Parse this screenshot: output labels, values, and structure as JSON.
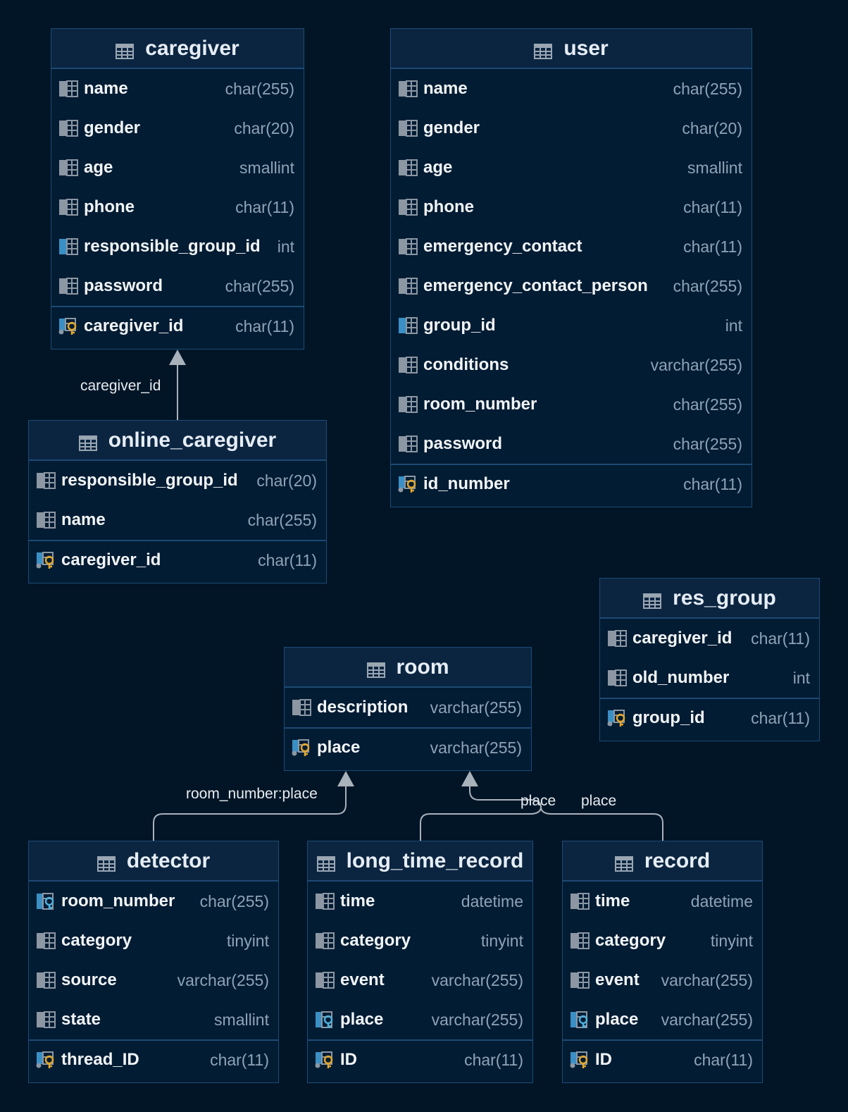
{
  "tables": {
    "caregiver": {
      "name": "caregiver",
      "fields": [
        {
          "name": "name",
          "type": "char(255)",
          "icon": "column-icon"
        },
        {
          "name": "gender",
          "type": "char(20)",
          "icon": "column-icon"
        },
        {
          "name": "age",
          "type": "smallint",
          "icon": "column-icon"
        },
        {
          "name": "phone",
          "type": "char(11)",
          "icon": "column-icon"
        },
        {
          "name": "responsible_group_id",
          "type": "int",
          "icon": "foreign-column-icon"
        },
        {
          "name": "password",
          "type": "char(255)",
          "icon": "column-icon"
        }
      ],
      "primary": {
        "name": "caregiver_id",
        "type": "char(11)",
        "icon": "primary-key-icon"
      }
    },
    "user": {
      "name": "user",
      "fields": [
        {
          "name": "name",
          "type": "char(255)",
          "icon": "column-icon"
        },
        {
          "name": "gender",
          "type": "char(20)",
          "icon": "column-icon"
        },
        {
          "name": "age",
          "type": "smallint",
          "icon": "column-icon"
        },
        {
          "name": "phone",
          "type": "char(11)",
          "icon": "column-icon"
        },
        {
          "name": "emergency_contact",
          "type": "char(11)",
          "icon": "column-icon"
        },
        {
          "name": "emergency_contact_person",
          "type": "char(255)",
          "icon": "column-icon"
        },
        {
          "name": "group_id",
          "type": "int",
          "icon": "foreign-column-icon"
        },
        {
          "name": "conditions",
          "type": "varchar(255)",
          "icon": "column-icon"
        },
        {
          "name": "room_number",
          "type": "char(255)",
          "icon": "column-icon"
        },
        {
          "name": "password",
          "type": "char(255)",
          "icon": "column-icon"
        }
      ],
      "primary": {
        "name": "id_number",
        "type": "char(11)",
        "icon": "primary-key-icon"
      }
    },
    "online_caregiver": {
      "name": "online_caregiver",
      "fields": [
        {
          "name": "responsible_group_id",
          "type": "char(20)",
          "icon": "column-icon"
        },
        {
          "name": "name",
          "type": "char(255)",
          "icon": "column-icon"
        }
      ],
      "primary": {
        "name": "caregiver_id",
        "type": "char(11)",
        "icon": "primary-foreign-key-icon"
      }
    },
    "res_group": {
      "name": "res_group",
      "fields": [
        {
          "name": "caregiver_id",
          "type": "char(11)",
          "icon": "column-icon"
        },
        {
          "name": "old_number",
          "type": "int",
          "icon": "column-icon"
        }
      ],
      "primary": {
        "name": "group_id",
        "type": "char(11)",
        "icon": "primary-key-icon"
      }
    },
    "room": {
      "name": "room",
      "fields": [
        {
          "name": "description",
          "type": "varchar(255)",
          "icon": "column-icon"
        }
      ],
      "primary": {
        "name": "place",
        "type": "varchar(255)",
        "icon": "primary-key-icon"
      }
    },
    "detector": {
      "name": "detector",
      "fields": [
        {
          "name": "room_number",
          "type": "char(255)",
          "icon": "foreign-key-icon"
        },
        {
          "name": "category",
          "type": "tinyint",
          "icon": "column-icon"
        },
        {
          "name": "source",
          "type": "varchar(255)",
          "icon": "column-icon"
        },
        {
          "name": "state",
          "type": "smallint",
          "icon": "column-icon"
        }
      ],
      "primary": {
        "name": "thread_ID",
        "type": "char(11)",
        "icon": "primary-key-icon"
      }
    },
    "long_time_record": {
      "name": "long_time_record",
      "fields": [
        {
          "name": "time",
          "type": "datetime",
          "icon": "column-icon"
        },
        {
          "name": "category",
          "type": "tinyint",
          "icon": "column-icon"
        },
        {
          "name": "event",
          "type": "varchar(255)",
          "icon": "column-icon"
        },
        {
          "name": "place",
          "type": "varchar(255)",
          "icon": "foreign-key-icon"
        }
      ],
      "primary": {
        "name": "ID",
        "type": "char(11)",
        "icon": "primary-key-icon"
      }
    },
    "record": {
      "name": "record",
      "fields": [
        {
          "name": "time",
          "type": "datetime",
          "icon": "column-icon"
        },
        {
          "name": "category",
          "type": "tinyint",
          "icon": "column-icon"
        },
        {
          "name": "event",
          "type": "varchar(255)",
          "icon": "column-icon"
        },
        {
          "name": "place",
          "type": "varchar(255)",
          "icon": "foreign-key-icon"
        }
      ],
      "primary": {
        "name": "ID",
        "type": "char(11)",
        "icon": "primary-key-icon"
      }
    }
  },
  "relations": [
    {
      "id": "online_caregiver_to_caregiver",
      "label": "caregiver_id"
    },
    {
      "id": "detector_to_room",
      "label": "room_number:place"
    },
    {
      "id": "long_time_record_to_room",
      "label": "place"
    },
    {
      "id": "record_to_room",
      "label": "place"
    }
  ],
  "colors": {
    "background": "#011527",
    "table_body": "#021c33",
    "table_header": "#0b2541",
    "border": "#1d4a74",
    "field_name": "#f2f5f8",
    "field_type": "#8fa3b6",
    "relation_line": "#a9b1ba",
    "key_gold": "#e3a72b",
    "key_blue": "#4fb0dc"
  }
}
